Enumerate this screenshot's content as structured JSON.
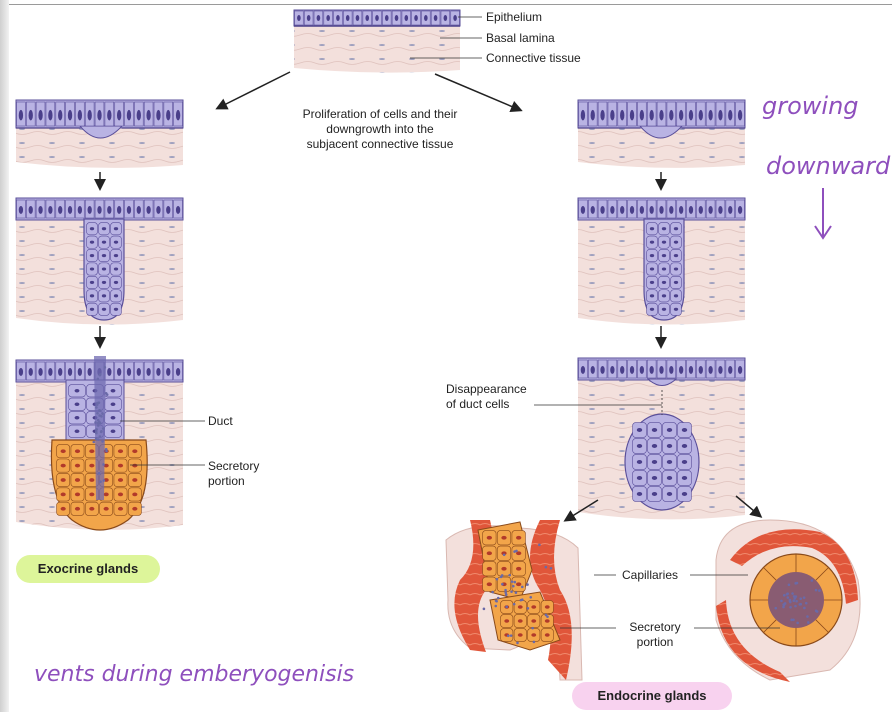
{
  "labels": {
    "epithelium": "Epithelium",
    "basal_lamina": "Basal lamina",
    "connective_tissue": "Connective tissue",
    "proliferation": "Proliferation of cells and their downgrowth into the subjacent connective tissue",
    "duct": "Duct",
    "secretory_portion_exo": "Secretory portion",
    "disappearance": "Disappearance of duct cells",
    "capillaries": "Capillaries",
    "secretory_portion_endo": "Secretory portion"
  },
  "badges": {
    "exocrine": "Exocrine glands",
    "endocrine": "Endocrine glands"
  },
  "annotations": {
    "growing": "growing",
    "downward": "downward",
    "arrow": "↓",
    "bottom_note": "vents during emberyogenisis"
  },
  "colors": {
    "epithelium_cell": "#b9b3e3",
    "cell_outline": "#5a4f9a",
    "connective": "#f3e0dc",
    "secretory": "#f2a54a",
    "vessel": "#e0563a",
    "exocrine_badge": "#ddf59a",
    "endocrine_badge": "#f8d2ef",
    "handwriting": "#8e4fbd"
  }
}
